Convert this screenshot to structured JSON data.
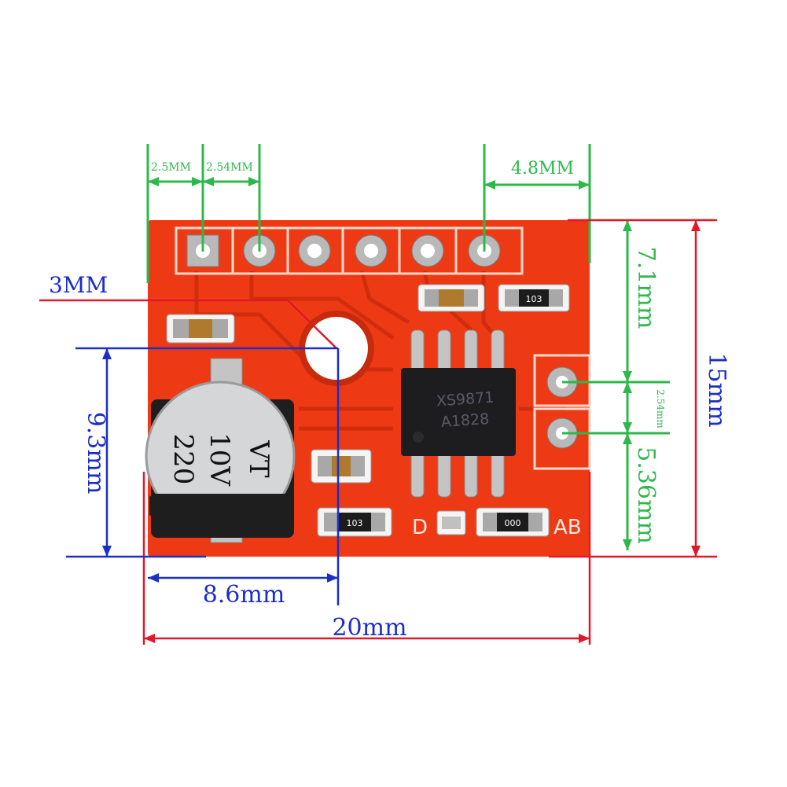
{
  "dimensions": {
    "pin_spacing_1": "2.5MM",
    "pin_spacing_2": "2.54MM",
    "pin_offset_right": "4.8MM",
    "hole_size": "3MM",
    "capacitor_height": "9.3mm",
    "capacitor_width": "8.6mm",
    "board_width": "20mm",
    "board_height": "15mm",
    "top_to_pad": "7.1mm",
    "pad_spacing": "2.54mm",
    "pad_to_bottom": "5.36mm"
  },
  "board": {
    "capacitor_value": "220",
    "capacitor_voltage": "10V",
    "capacitor_code": "VT",
    "chip_line_1": "XS9871",
    "chip_line_2": "A1828",
    "resistor_top": "103",
    "resistor_bottom_left": "103",
    "resistor_bottom_right": "000",
    "silk_d": "D",
    "silk_ab": "AB"
  },
  "colors": {
    "board": "#ee3a14",
    "green_dim": "#2db84a",
    "red_dim": "#e0182a",
    "blue_dim": "#1a2ec8"
  }
}
